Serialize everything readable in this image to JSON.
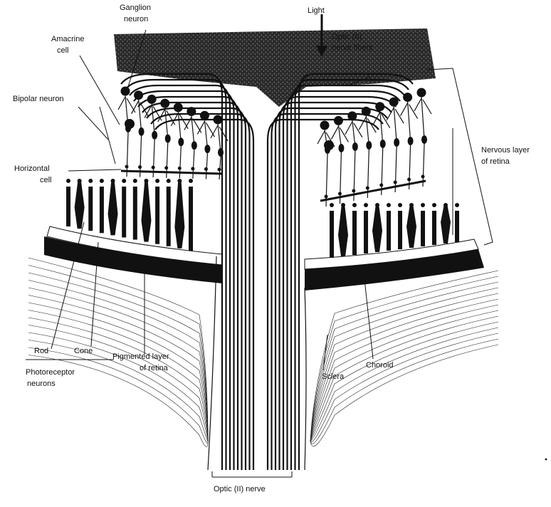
{
  "labels": {
    "ganglion_l1": "Ganglion",
    "ganglion_l2": "neuron",
    "amacrine_l1": "Amacrine",
    "amacrine_l2": "cell",
    "bipolar": "Bipolar neuron",
    "horizontal_l1": "Horizontal",
    "horizontal_l2": "cell",
    "light": "Light",
    "optic_fibers_l1": "Optic (II)",
    "optic_fibers_l2": "nerve fibers",
    "nervous_l1": "Nervous layer",
    "nervous_l2": "of retina",
    "rod": "Rod",
    "cone": "Cone",
    "photoreceptor_l1": "Photoreceptor",
    "photoreceptor_l2": "neurons",
    "pigmented_l1": "Pigmented layer",
    "pigmented_l2": "of retina",
    "choroid": "Choroid",
    "sclera": "Sclera",
    "optic_nerve": "Optic (II) nerve"
  }
}
